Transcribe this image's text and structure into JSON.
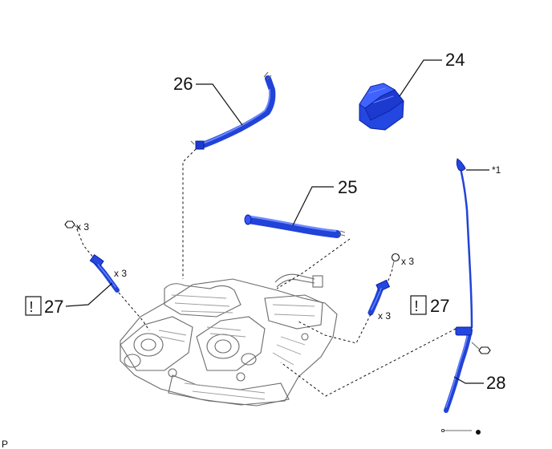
{
  "diagram": {
    "callouts": {
      "c24": "24",
      "c25": "25",
      "c26": "26",
      "c27_left": "27",
      "c27_right": "27",
      "c28": "28"
    },
    "caution_symbol": "!",
    "quantities": {
      "left_bolt": "x 3",
      "left_coil": "x 3",
      "right_bolt": "x 3",
      "right_coil": "x 3"
    },
    "notes": {
      "star1": "*1"
    },
    "corner_mark": "P"
  },
  "colors": {
    "part_blue": "#2347e0",
    "part_blue_dark": "#0b1f99",
    "engine_gray": "#6a6a6a",
    "line_black": "#111111"
  }
}
